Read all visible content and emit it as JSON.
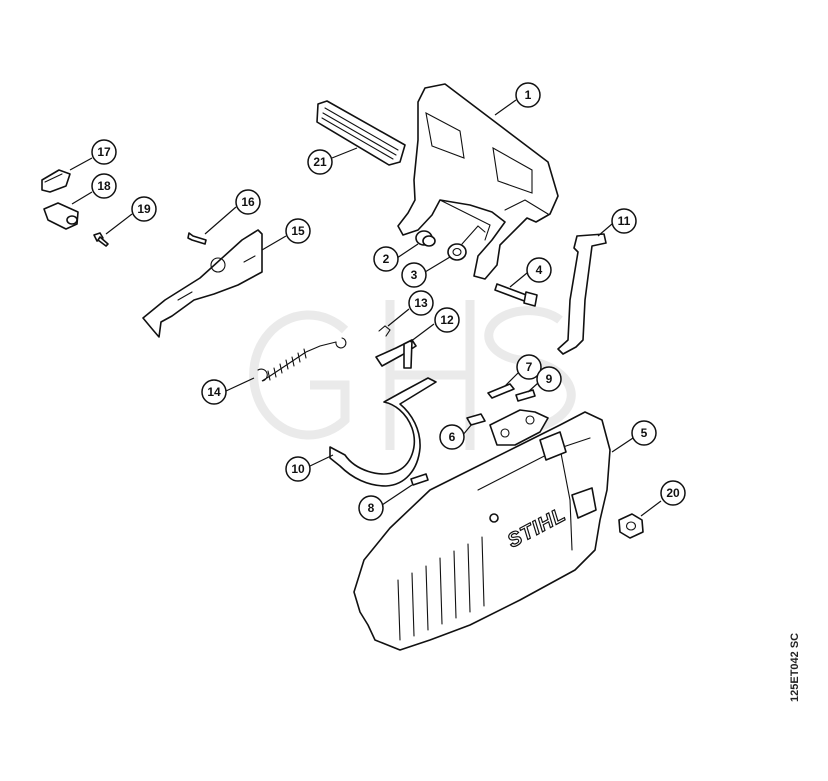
{
  "diagram": {
    "callouts": [
      {
        "label": "1"
      },
      {
        "label": "2"
      },
      {
        "label": "3"
      },
      {
        "label": "4"
      },
      {
        "label": "5"
      },
      {
        "label": "6"
      },
      {
        "label": "7"
      },
      {
        "label": "8"
      },
      {
        "label": "9"
      },
      {
        "label": "10"
      },
      {
        "label": "11"
      },
      {
        "label": "12"
      },
      {
        "label": "13"
      },
      {
        "label": "14"
      },
      {
        "label": "15"
      },
      {
        "label": "16"
      },
      {
        "label": "17"
      },
      {
        "label": "18"
      },
      {
        "label": "19"
      },
      {
        "label": "20"
      },
      {
        "label": "21"
      }
    ],
    "drawing_code": "125ET042 SC",
    "logo_text": "STIHL",
    "watermark": "GHS"
  }
}
